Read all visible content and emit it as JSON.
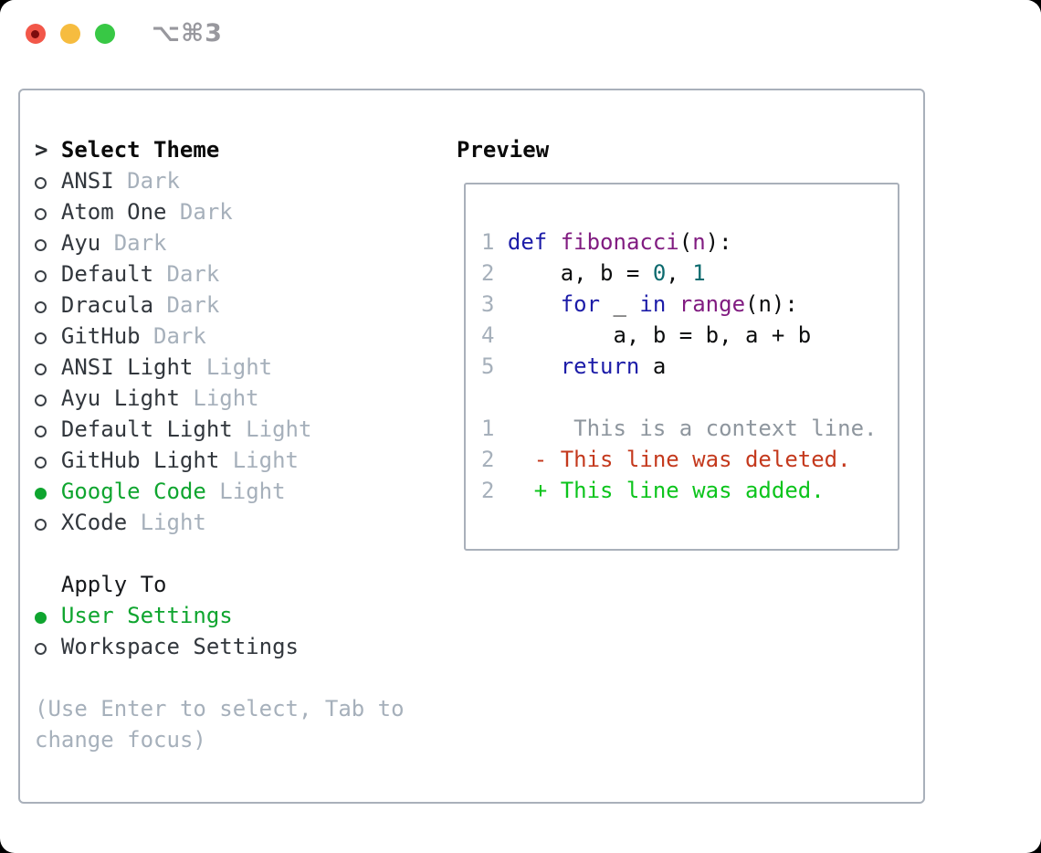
{
  "window": {
    "title": "⌥⌘3"
  },
  "traffic_lights": {
    "close_color": "#f25749",
    "close_dot_color": "#7d0d0d",
    "minimize_color": "#f6bc3f",
    "zoom_color": "#38c845"
  },
  "theme_panel": {
    "header": {
      "prompt": ">",
      "label": "Select Theme"
    },
    "themes": [
      {
        "name": "ANSI",
        "variant": "Dark",
        "selected": false
      },
      {
        "name": "Atom One",
        "variant": "Dark",
        "selected": false
      },
      {
        "name": "Ayu",
        "variant": "Dark",
        "selected": false
      },
      {
        "name": "Default",
        "variant": "Dark",
        "selected": false
      },
      {
        "name": "Dracula",
        "variant": "Dark",
        "selected": false
      },
      {
        "name": "GitHub",
        "variant": "Dark",
        "selected": false
      },
      {
        "name": "ANSI Light",
        "variant": "Light",
        "selected": false
      },
      {
        "name": "Ayu Light",
        "variant": "Light",
        "selected": false
      },
      {
        "name": "Default Light",
        "variant": "Light",
        "selected": false
      },
      {
        "name": "GitHub Light",
        "variant": "Light",
        "selected": false
      },
      {
        "name": "Google Code",
        "variant": "Light",
        "selected": true
      },
      {
        "name": "XCode",
        "variant": "Light",
        "selected": false
      }
    ],
    "apply_to": {
      "label": "Apply To",
      "options": [
        {
          "name": "User Settings",
          "selected": true
        },
        {
          "name": "Workspace Settings",
          "selected": false
        }
      ]
    },
    "help_lines": [
      "(Use Enter to select, Tab to",
      "change focus)"
    ]
  },
  "preview": {
    "label": "Preview",
    "code_lines": [
      {
        "ln": "1",
        "tokens": [
          [
            "kw",
            "def"
          ],
          [
            "plain",
            " "
          ],
          [
            "fn",
            "fibonacci"
          ],
          [
            "plain",
            "("
          ],
          [
            "fn",
            "n"
          ],
          [
            "plain",
            "):"
          ]
        ]
      },
      {
        "ln": "2",
        "tokens": [
          [
            "plain",
            "    a, b = "
          ],
          [
            "num",
            "0"
          ],
          [
            "plain",
            ", "
          ],
          [
            "num",
            "1"
          ]
        ]
      },
      {
        "ln": "3",
        "tokens": [
          [
            "plain",
            "    "
          ],
          [
            "kw",
            "for"
          ],
          [
            "plain",
            " _ "
          ],
          [
            "kw",
            "in"
          ],
          [
            "plain",
            " "
          ],
          [
            "fn",
            "range"
          ],
          [
            "plain",
            "(n):"
          ]
        ]
      },
      {
        "ln": "4",
        "tokens": [
          [
            "plain",
            "        a, b = b, a + b"
          ]
        ]
      },
      {
        "ln": "5",
        "tokens": [
          [
            "plain",
            "    "
          ],
          [
            "kw",
            "return"
          ],
          [
            "plain",
            " a"
          ]
        ]
      },
      {
        "ln": "",
        "tokens": []
      },
      {
        "ln": "1",
        "tokens": [
          [
            "ctx",
            "     This is a context line."
          ]
        ]
      },
      {
        "ln": "2",
        "tokens": [
          [
            "del",
            "  - This line was deleted."
          ]
        ]
      },
      {
        "ln": "2",
        "tokens": [
          [
            "add",
            "  + This line was added."
          ]
        ]
      }
    ]
  },
  "colors": {
    "selection_green": "#0fa52f",
    "diff_added_green": "#0cc41c",
    "diff_deleted_red": "#c4391d",
    "syntax_keyword_blue": "#1c1ca8",
    "syntax_title_purple": "#811c81",
    "syntax_number_teal": "#0c6a6e",
    "muted_gray": "#a6b0bb",
    "panel_border": "#a9b0ba"
  }
}
